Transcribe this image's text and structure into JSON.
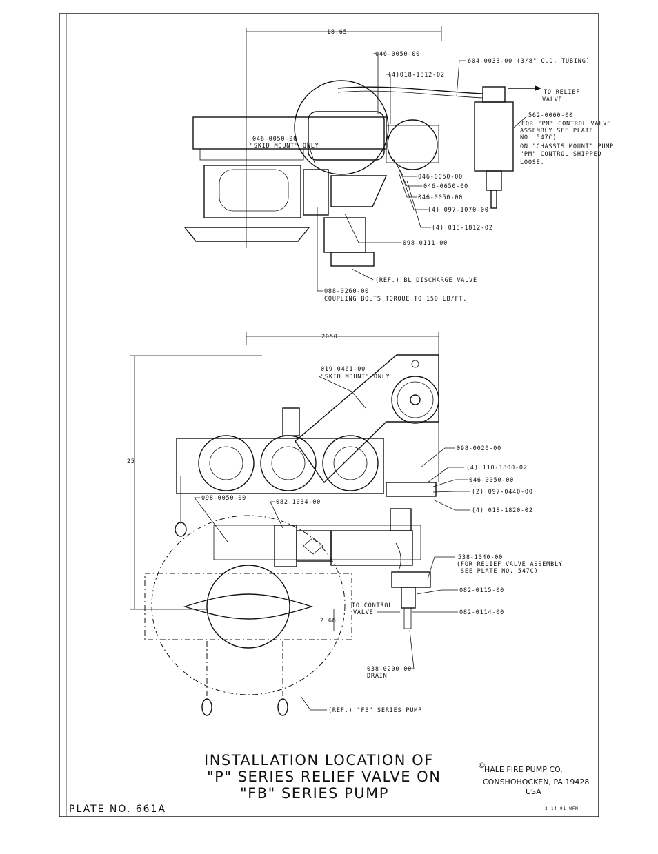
{
  "title_lines": [
    "INSTALLATION  LOCATION OF",
    "\"P\" SERIES  RELIEF  VALVE  ON",
    "\"FB\" SERIES PUMP"
  ],
  "plate": "PLATE NO. 661A",
  "company": {
    "copyright": "©",
    "name": "HALE FIRE PUMP CO.",
    "city": "CONSHOHOCKEN, PA 19428",
    "country": "USA"
  },
  "date_stamp": "3-14-91  WFM",
  "top_view": {
    "dimension": "18.65",
    "labels": {
      "tubing": "604-0033-00 (3/8\" O.D. TUBING)",
      "p1": "046-0050-00",
      "p2": "(4)018-1812-02",
      "to_relief_1": "TO RELIEF",
      "to_relief_2": "VALVE",
      "ctrl_1": "562-0060-00",
      "ctrl_2": "(FOR \"PM\" CONTROL VALVE",
      "ctrl_3": "ASSEMBLY SEE PLATE",
      "ctrl_4": "NO. 547C)",
      "ctrl_5": "ON \"CHASSIS MOUNT\" PUMP",
      "ctrl_6": "\"PM\" CONTROL SHIPPED",
      "ctrl_7": "LOOSE.",
      "skid_1": "046-0050-00",
      "skid_2": "\"SKID MOUNT\" ONLY",
      "p3": "046-0050-00",
      "p4": "046-0650-00",
      "p5": "046-0050-00",
      "p6": "(4) 097-1070-00",
      "p7": "(4) 018-1812-02",
      "p8": "098-0111-00",
      "discharge": "(REF.) BL DISCHARGE VALVE",
      "coupling_1": "088-0260-00",
      "coupling_2": "COUPLING BOLTS TORQUE  TO 150 LB/FT."
    }
  },
  "bottom_view": {
    "dim_width": "2050",
    "dim_height": "25",
    "dim_small": "2.68",
    "labels": {
      "skid_1": "019-0461-00",
      "skid_2": "\"SKID MOUNT\" ONLY",
      "r1": "098-0020-00",
      "r2": "(4) 110-1800-02",
      "r3": "046-0050-00",
      "r4": "(2) 097-0440-00",
      "r5": "(4) 018-1820-02",
      "l1": "098-0050-00",
      "l2": "082-1034-00",
      "rv_1": "538-1040-00",
      "rv_2": "(FOR RELIEF VALVE ASSEMBLY",
      "rv_3": "SEE PLATE NO. 547C)",
      "r6": "082-0115-00",
      "to_ctrl_1": "TO CONTROL",
      "to_ctrl_2": "VALVE",
      "r7": "082-0114-00",
      "drain_1": "038-0200-00",
      "drain_2": "DRAIN",
      "pump": "(REF.) \"FB\" SERIES PUMP"
    }
  }
}
